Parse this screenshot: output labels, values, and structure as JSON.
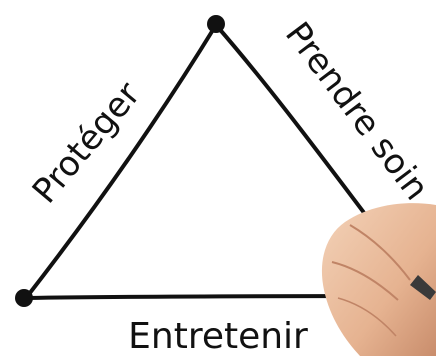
{
  "labels": {
    "left": "Protéger",
    "right": "Prendre soin",
    "bottom": "Entretenir"
  },
  "colors": {
    "background": "#ffffff",
    "ink": "#111111",
    "skin": "#e9bb9a",
    "marker": "#3a3a3a"
  }
}
